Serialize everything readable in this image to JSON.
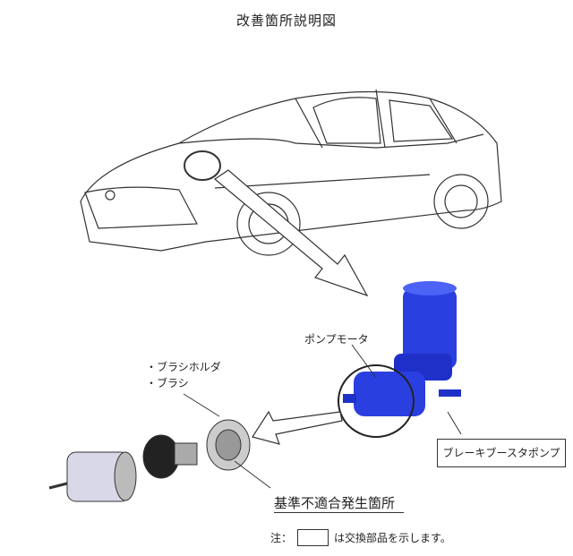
{
  "title": "改善箇所説明図",
  "labels": {
    "pump_motor": "ポンプモータ",
    "parts": [
      "・ブラシホルダ",
      "・ブラシ"
    ],
    "brake_booster_pump": "ブレーキブースタポンプ",
    "defect_location": "基準不適合発生箇所"
  },
  "note": {
    "prefix": "注：",
    "suffix": "は交換部品を示します。"
  },
  "colors": {
    "pump": "#2a3fe0",
    "line": "#333333"
  }
}
